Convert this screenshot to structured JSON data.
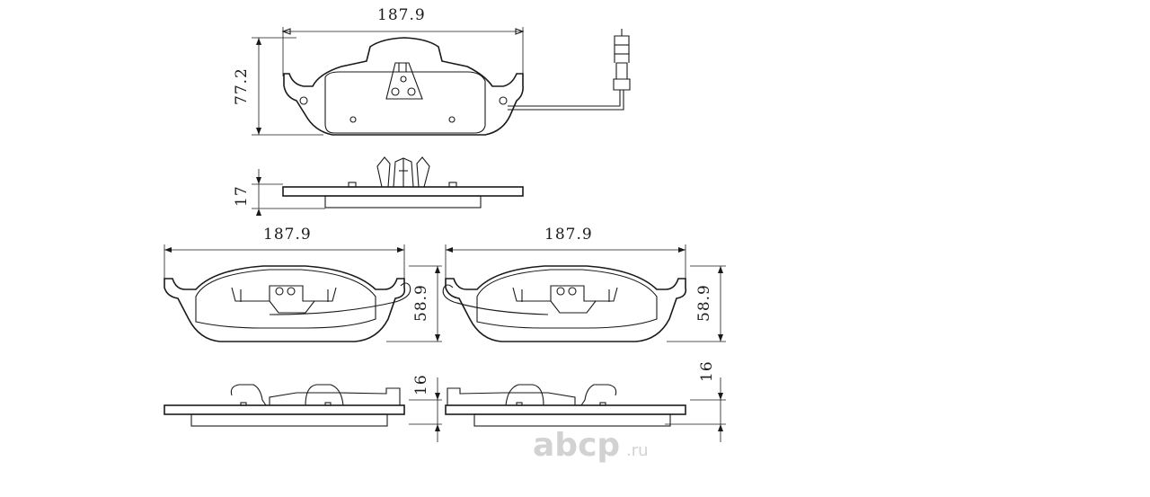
{
  "dimensions": {
    "top_width": "187.9",
    "top_height": "77.2",
    "top_thickness": "17",
    "left_width": "187.9",
    "right_width": "187.9",
    "left_height": "58.9",
    "right_height": "58.9",
    "left_thickness": "16",
    "right_thickness": "16"
  },
  "watermark": {
    "brand": "abcp",
    "suffix": ".ru"
  },
  "colors": {
    "line": "#1a1a1a",
    "watermark": "#d2d2d2",
    "background": "#ffffff"
  }
}
